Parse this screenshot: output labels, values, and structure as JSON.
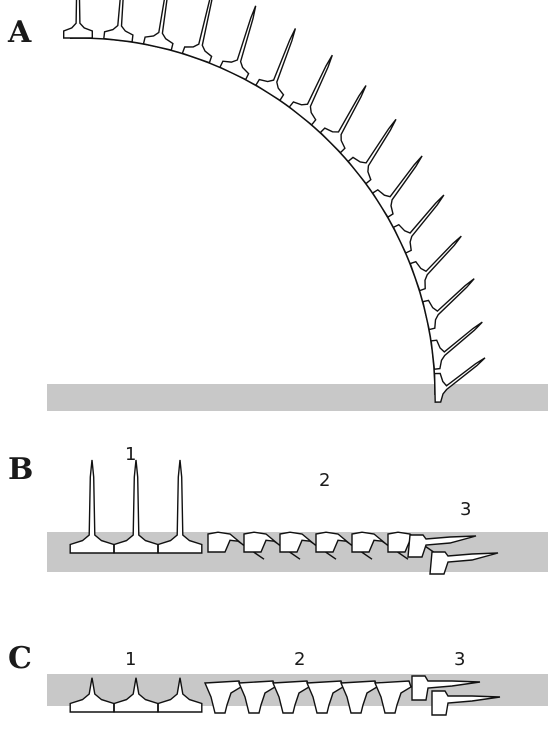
{
  "panels": {
    "a": {
      "letter": "A"
    },
    "b": {
      "letter": "B",
      "labels": [
        "1",
        "2",
        "3"
      ]
    },
    "c": {
      "letter": "C",
      "labels": [
        "1",
        "2",
        "3"
      ]
    }
  },
  "colors": {
    "substrate": "#c8c8c8",
    "outline": "#111111",
    "fill": "#ffffff"
  }
}
